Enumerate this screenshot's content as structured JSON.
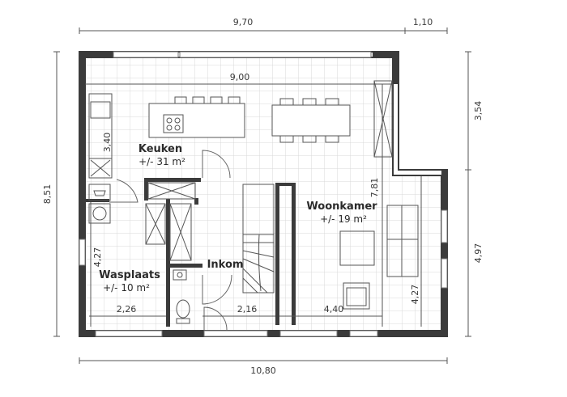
{
  "dimensions": {
    "top_main": "9,70",
    "top_side": "1,10",
    "inner_top": "9,00",
    "right_upper": "3,54",
    "right_lower": "4,97",
    "left_total": "8,51",
    "bottom_total": "10,80",
    "kitchen_height": "3,40",
    "living_height": "7,81",
    "laundry_height": "4,27",
    "living_lower_height": "4,27",
    "laundry_width": "2,26",
    "entrance_width": "2,16",
    "living_width": "4,40"
  },
  "rooms": {
    "kitchen": {
      "name": "Keuken",
      "area": "+/- 31 m²"
    },
    "living": {
      "name": "Woonkamer",
      "area": "+/- 19 m²"
    },
    "laundry": {
      "name": "Wasplaats",
      "area": "+/- 10 m²"
    },
    "entrance": {
      "name": "Inkom"
    }
  },
  "colors": {
    "wall": "#3b3b3b",
    "grid": "#d9d9d9",
    "line": "#555555",
    "background": "#ffffff"
  }
}
